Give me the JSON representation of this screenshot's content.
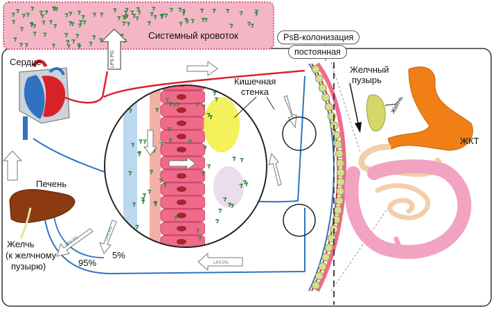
{
  "labels": {
    "blood": "Системный кровоток",
    "colonization_1": "PsB-колонизация",
    "colonization_2": "постоянная",
    "heart": "Сердце",
    "liver": "Печень",
    "bile_1": "Желчь",
    "bile_2": "(к желчному",
    "bile_3": "пузырю)",
    "pct_95": "95%",
    "pct_5": "5%",
    "wall_1": "Кишечная",
    "wall_2": "стенка",
    "gallbladder_1": "Желчный",
    "gallbladder_2": "пузырь",
    "bile_small": "Желчь",
    "gi": "ЖКТ"
  },
  "arrow_text": [
    "LPS",
    "PG"
  ],
  "colors": {
    "blood_band": "#f4b6c6",
    "blood_border": "#d45a78",
    "vessel_red": "#d8222a",
    "vessel_blue": "#2f73c0",
    "liver": "#8b3a12",
    "stomach": "#f07f16",
    "intestine": "#f1a3c1",
    "small_intestine": "#f3cfa9",
    "epithelium": "#f06a8c",
    "lumen_yellow": "#f3ef4a",
    "bacteria": "#2e8b3d"
  }
}
